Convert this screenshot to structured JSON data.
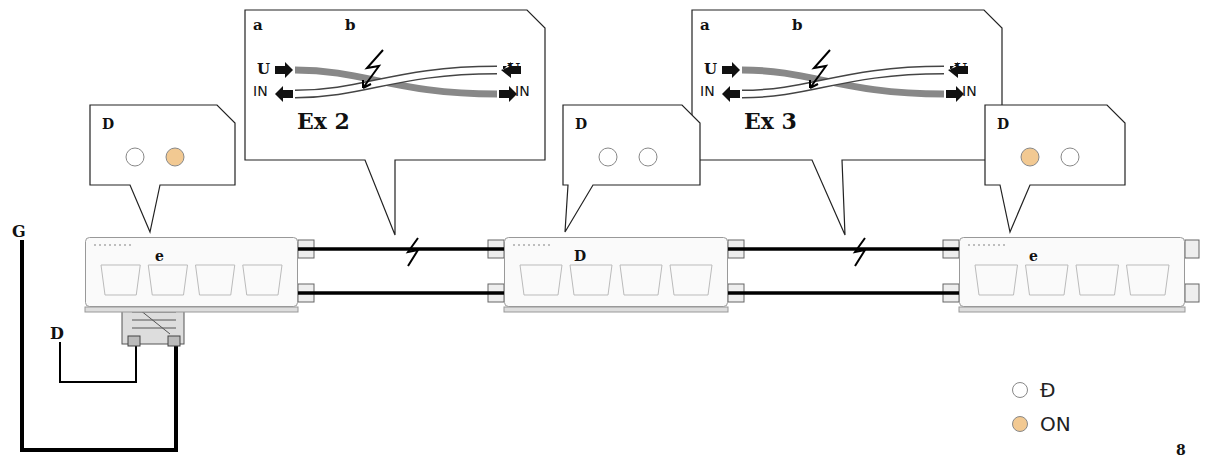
{
  "diagram": {
    "nodes": [
      {
        "text": [
          "a",
          "b",
          "U",
          "IN",
          "U",
          "IN",
          "Ex 2"
        ]
      },
      {
        "text": [
          "a",
          "b",
          "U",
          "IN",
          "U",
          "IN",
          "Ex 3"
        ]
      },
      {
        "text": [
          "D"
        ]
      },
      {
        "text": [
          "D"
        ]
      },
      {
        "text": [
          "D"
        ]
      },
      {
        "text": [
          "e"
        ]
      },
      {
        "text": [
          "D"
        ]
      },
      {
        "text": [
          "e"
        ]
      }
    ],
    "edges": [
      {
        "from": 5,
        "to": 6,
        "arrow": "none"
      },
      {
        "from": 5,
        "to": 6,
        "arrow": "none"
      },
      {
        "from": 6,
        "to": 7,
        "arrow": "none"
      },
      {
        "from": 6,
        "to": 7,
        "arrow": "none"
      }
    ],
    "labels": [
      "G",
      "D",
      "8"
    ],
    "legend": [
      {
        "text": "Ð",
        "color": "#ffffff"
      },
      {
        "text": "ON",
        "color": "#f2c992"
      }
    ]
  }
}
